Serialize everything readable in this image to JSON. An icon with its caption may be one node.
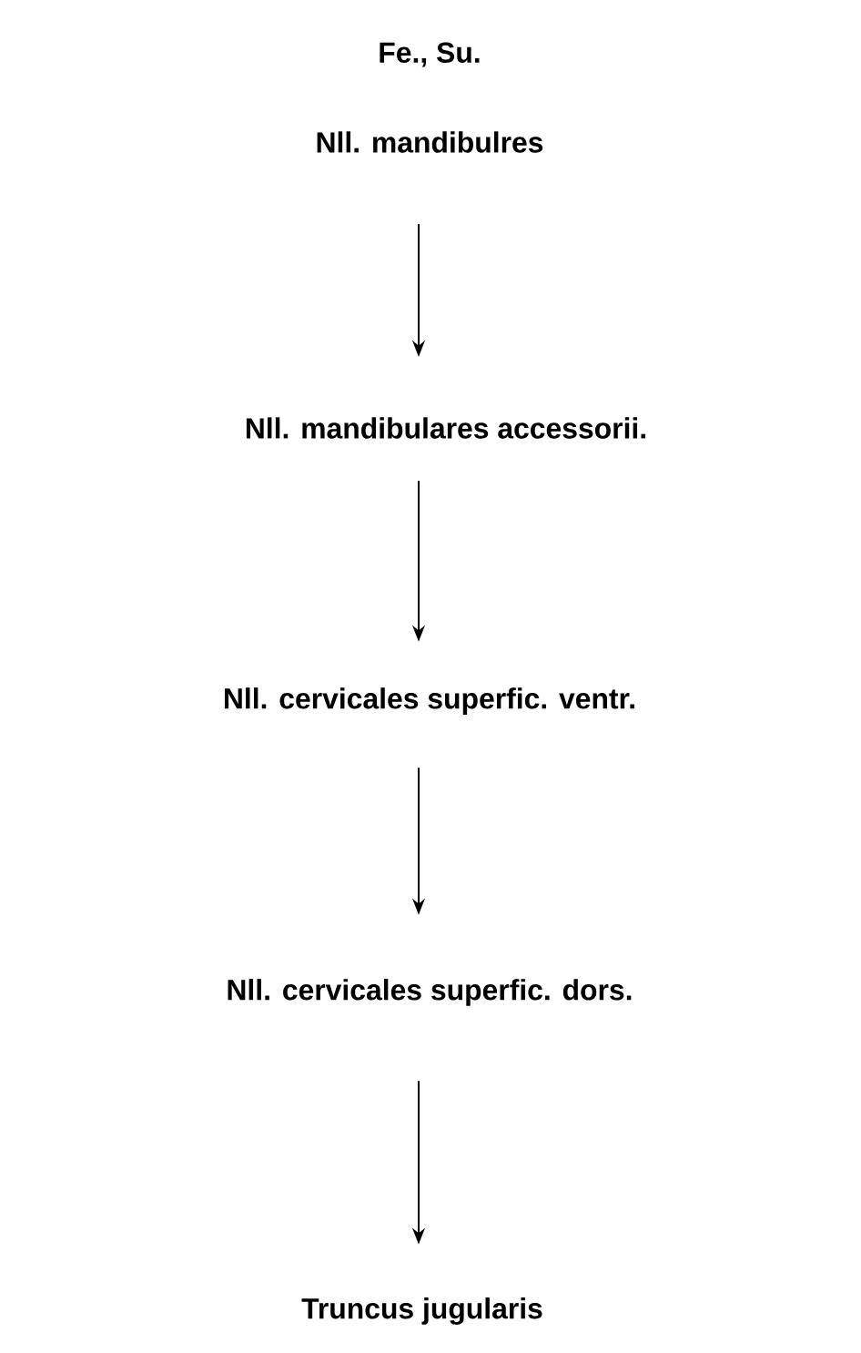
{
  "diagram": {
    "title": "Fe., Su.",
    "nodes": [
      {
        "text": [
          "Nll. mandibulres"
        ]
      },
      {
        "text": [
          "Nll. mandibulares accessorii."
        ]
      },
      {
        "text": [
          "Nll. cervicales superfic. ventr."
        ]
      },
      {
        "text": [
          "Nll. cervicales superfic. dors."
        ]
      },
      {
        "text": [
          "Truncus jugularis"
        ]
      }
    ],
    "edges": [
      {
        "from": 0,
        "to": 1,
        "arrow": "to"
      },
      {
        "from": 1,
        "to": 2,
        "arrow": "to"
      },
      {
        "from": 2,
        "to": 3,
        "arrow": "to"
      },
      {
        "from": 3,
        "to": 4,
        "arrow": "to"
      }
    ]
  }
}
